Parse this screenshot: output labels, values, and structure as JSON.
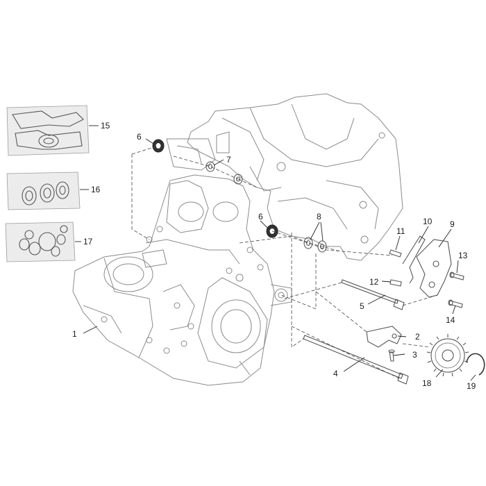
{
  "callouts": {
    "c1": "1",
    "c2": "2",
    "c3": "3",
    "c4": "4",
    "c5": "5",
    "c6a": "6",
    "c6b": "6",
    "c7": "7",
    "c8": "8",
    "c9": "9",
    "c10": "10",
    "c11": "11",
    "c12": "12",
    "c13": "13",
    "c14": "14",
    "c15": "15",
    "c16": "16",
    "c17": "17",
    "c18": "18",
    "c19": "19"
  },
  "colors": {
    "line": "#8a8a8a",
    "label": "#1a1a1a",
    "kit_background": "#ececec"
  }
}
